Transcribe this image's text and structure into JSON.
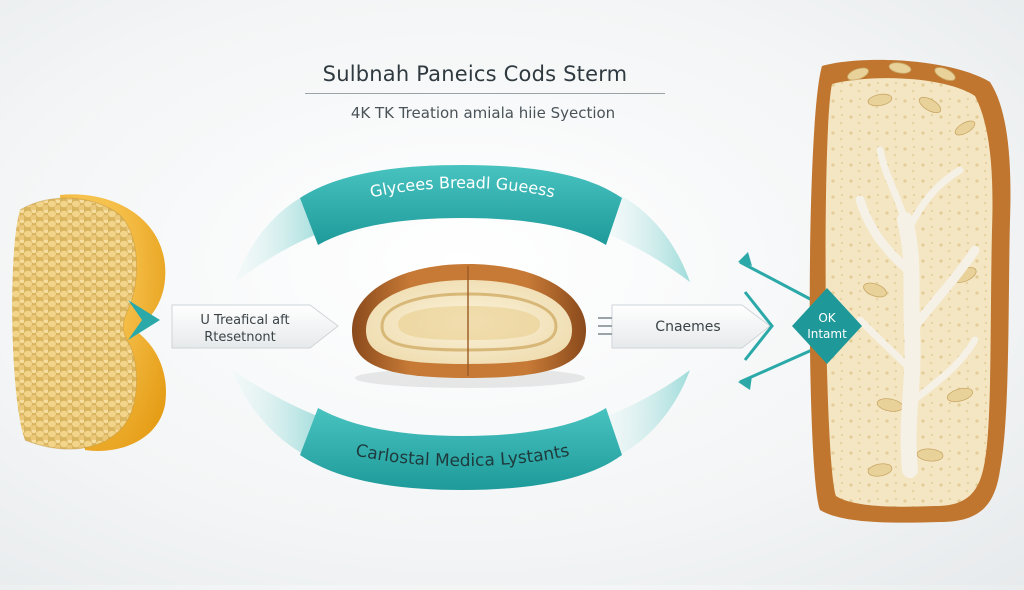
{
  "header": {
    "title": "Sulbnah Paneics Cods Sterm",
    "subtitle": "4K TK Treation amiala hiie Syection"
  },
  "arcs": {
    "top_label": "Glycees Breadl Gueess",
    "bottom_label": "Carlostal Medica Lystants"
  },
  "left_box": {
    "line1": "U Treafical aft",
    "line2": "Rtesetnont"
  },
  "right_box": {
    "label": "Cnaemes"
  },
  "badge": {
    "line1": "OK",
    "line2": "Intamt"
  },
  "colors": {
    "teal": "#2aa9a8",
    "teal_dark": "#177f80",
    "grain": "#e8c97a",
    "bowl": "#f4b32d",
    "crust": "#b86a2c"
  }
}
